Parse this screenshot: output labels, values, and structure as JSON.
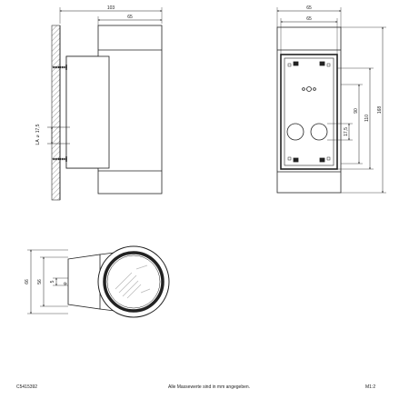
{
  "side_view": {
    "width_total": "103",
    "width_body": "65",
    "hole_spacing": "17,5",
    "hole_label": "LA",
    "hole_diameter_symbol": "⌀"
  },
  "front_view": {
    "width_total": "65",
    "width_plate": "65",
    "dim_90": "90",
    "dim_110": "110",
    "dim_168": "168",
    "dim_17_5": "17,5"
  },
  "bottom_view": {
    "dim_66": "66",
    "dim_56": "56",
    "dim_5": "5",
    "symbol_phi": "φ"
  },
  "footer": {
    "code": "C5415392",
    "note": "Alle Massewerte sind in mm angegeben.",
    "scale": "M1:2"
  }
}
